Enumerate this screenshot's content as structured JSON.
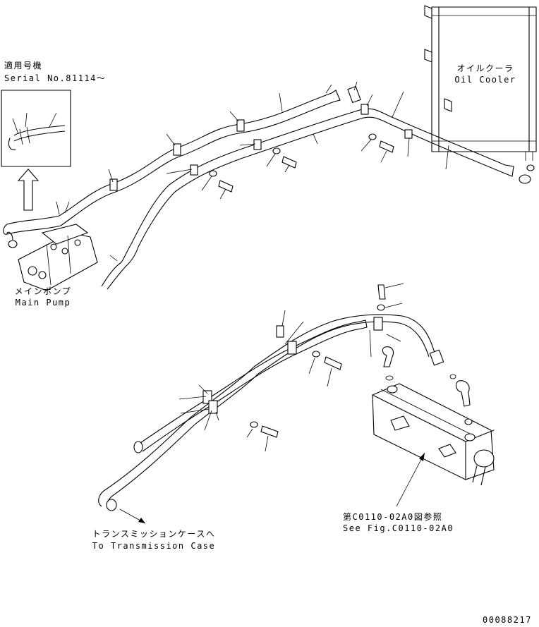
{
  "labels": {
    "serial_title_jp": "適用号機",
    "serial_number": "Serial No.81114～",
    "oil_cooler_jp": "オイルクーラ",
    "oil_cooler_en": "Oil Cooler",
    "main_pump_jp": "メインポンプ",
    "main_pump_en": "Main Pump",
    "see_fig_jp": "第C0110-02A0図参照",
    "see_fig_en": "See Fig.C0110-02A0",
    "trans_case_jp": "トランスミッションケースへ",
    "trans_case_en": "To Transmission Case",
    "drawing_number": "00088217"
  }
}
